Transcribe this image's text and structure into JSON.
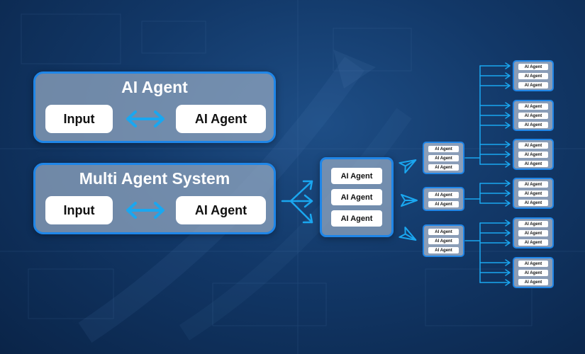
{
  "colors": {
    "accent": "#1f86e8",
    "arrow": "#1aa7f0",
    "background": "#123868"
  },
  "top_panel": {
    "title": "AI Agent",
    "input_label": "Input",
    "agent_label": "AI Agent",
    "connector_icon": "bidirectional-arrow-icon"
  },
  "multi_panel": {
    "title": "Multi Agent System",
    "input_label": "Input",
    "agent_label": "AI Agent",
    "connector_icon": "bidirectional-arrow-icon"
  },
  "hub_group": {
    "agents": [
      "AI Agent",
      "AI Agent",
      "AI Agent"
    ]
  },
  "level2_groups": [
    {
      "agents": [
        "AI Agent",
        "AI Agent",
        "AI Agent"
      ]
    },
    {
      "agents": [
        "AI Agent",
        "AI Agent"
      ]
    },
    {
      "agents": [
        "AI Agent",
        "AI Agent",
        "AI Agent"
      ]
    }
  ],
  "level3_groups": [
    {
      "agents": [
        "AI Agent",
        "AI Agent",
        "AI Agent"
      ]
    },
    {
      "agents": [
        "AI Agent",
        "AI Agent",
        "AI Agent"
      ]
    },
    {
      "agents": [
        "AI Agent",
        "AI Agent",
        "AI Agent"
      ]
    },
    {
      "agents": [
        "AI Agent",
        "AI Agent",
        "AI Agent"
      ]
    },
    {
      "agents": [
        "AI Agent",
        "AI Agent",
        "AI Agent"
      ]
    },
    {
      "agents": [
        "AI Agent",
        "AI Agent",
        "AI Agent"
      ]
    }
  ]
}
